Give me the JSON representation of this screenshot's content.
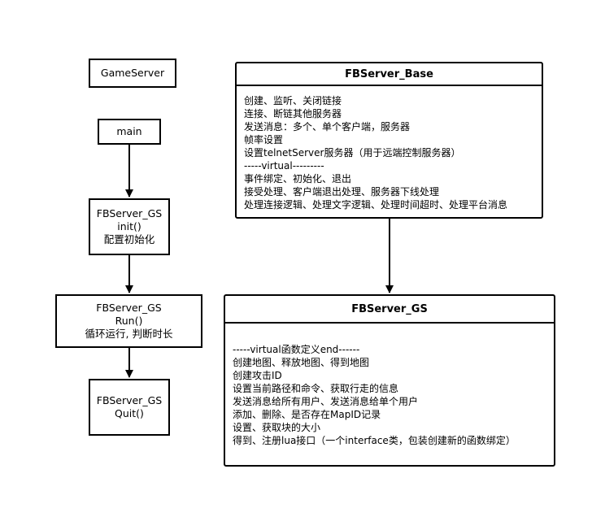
{
  "simple_boxes": {
    "gameserver": [
      "GameServer"
    ],
    "main": [
      "main"
    ],
    "init": [
      "FBServer_GS",
      "init()",
      "配置初始化"
    ],
    "run": [
      "FBServer_GS",
      "Run()",
      "循环运行, 判断时长"
    ],
    "quit": [
      "FBServer_GS",
      "Quit()"
    ]
  },
  "base_class": {
    "title": "FBServer_Base",
    "lines": [
      "创建、监听、关闭链接",
      "连接、断链其他服务器",
      "发送消息：多个、单个客户端，服务器",
      "帧率设置",
      "设置telnetServer服务器（用于远端控制服务器）",
      "-----virtual---------",
      "事件绑定、初始化、退出",
      "接受处理、客户端退出处理、服务器下线处理",
      "处理连接逻辑、处理文字逻辑、处理时间超时、处理平台消息"
    ]
  },
  "gs_class": {
    "title": "FBServer_GS",
    "lines": [
      "-----virtual函数定义end------",
      "创建地图、释放地图、得到地图",
      "创建攻击ID",
      "设置当前路径和命令、获取行走的信息",
      "发送消息给所有用户、发送消息给单个用户",
      "添加、删除、是否存在MapID记录",
      "设置、获取块的大小",
      "得到、注册lua接口（一个interface类，包装创建新的函数绑定）"
    ]
  },
  "colors": {
    "stroke": "#000000",
    "background": "#ffffff"
  }
}
